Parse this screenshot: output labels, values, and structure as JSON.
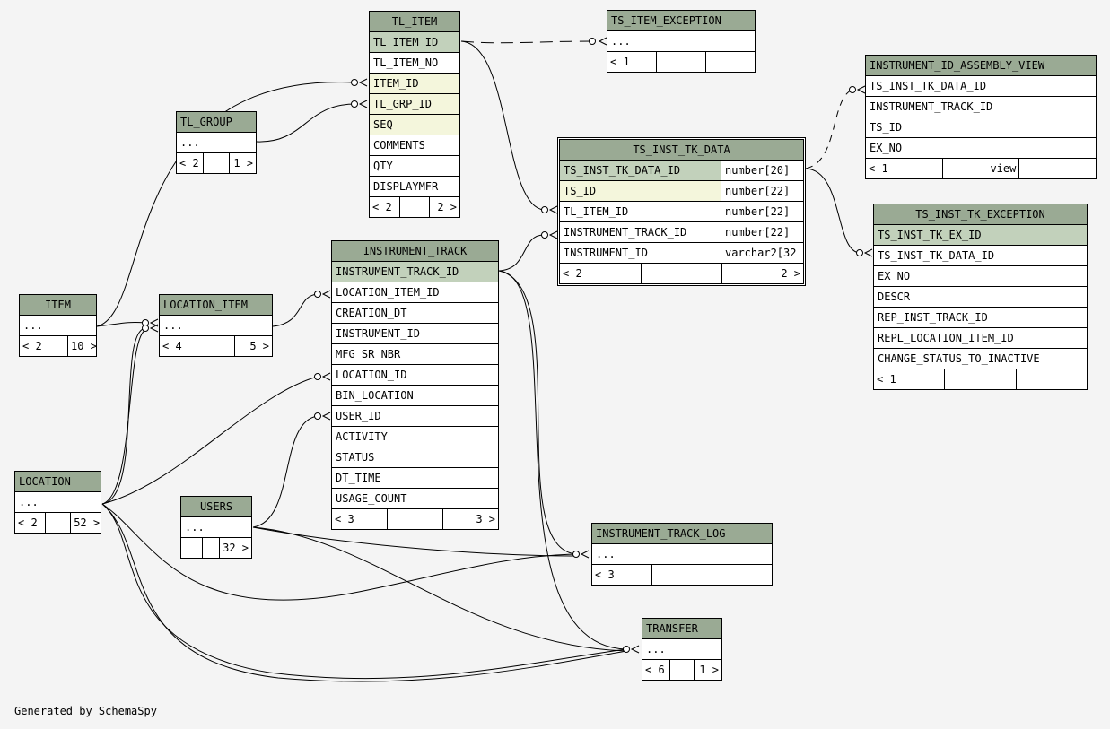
{
  "tables": {
    "tl_item": {
      "name": "TL_ITEM",
      "columns": [
        "TL_ITEM_ID",
        "TL_ITEM_NO",
        "ITEM_ID",
        "TL_GRP_ID",
        "SEQ",
        "COMMENTS",
        "QTY",
        "DISPLAYMFR"
      ],
      "footer": [
        "< 2",
        "",
        "2 >"
      ]
    },
    "ts_item_exception": {
      "name": "TS_ITEM_EXCEPTION",
      "columns": [
        "..."
      ],
      "footer": [
        "< 1",
        "",
        ""
      ]
    },
    "instrument_id_assembly_view": {
      "name": "INSTRUMENT_ID_ASSEMBLY_VIEW",
      "columns": [
        "TS_INST_TK_DATA_ID",
        "INSTRUMENT_TRACK_ID",
        "TS_ID",
        "EX_NO"
      ],
      "footer": [
        "< 1",
        "view",
        ""
      ]
    },
    "tl_group": {
      "name": "TL_GROUP",
      "columns": [
        "..."
      ],
      "footer": [
        "< 2",
        "",
        "1 >"
      ]
    },
    "ts_inst_tk_data": {
      "name": "TS_INST_TK_DATA",
      "columns": [
        {
          "name": "TS_INST_TK_DATA_ID",
          "type": "number[20]"
        },
        {
          "name": "TS_ID",
          "type": "number[22]"
        },
        {
          "name": "TL_ITEM_ID",
          "type": "number[22]"
        },
        {
          "name": "INSTRUMENT_TRACK_ID",
          "type": "number[22]"
        },
        {
          "name": "INSTRUMENT_ID",
          "type": "varchar2[32"
        }
      ],
      "footer": [
        "< 2",
        "",
        "2 >"
      ]
    },
    "ts_inst_tk_exception": {
      "name": "TS_INST_TK_EXCEPTION",
      "columns": [
        "TS_INST_TK_EX_ID",
        "TS_INST_TK_DATA_ID",
        "EX_NO",
        "DESCR",
        "REP_INST_TRACK_ID",
        "REPL_LOCATION_ITEM_ID",
        "CHANGE_STATUS_TO_INACTIVE"
      ],
      "footer": [
        "< 1",
        "",
        ""
      ]
    },
    "instrument_track": {
      "name": "INSTRUMENT_TRACK",
      "columns": [
        "INSTRUMENT_TRACK_ID",
        "LOCATION_ITEM_ID",
        "CREATION_DT",
        "INSTRUMENT_ID",
        "MFG_SR_NBR",
        "LOCATION_ID",
        "BIN_LOCATION",
        "USER_ID",
        "ACTIVITY",
        "STATUS",
        "DT_TIME",
        "USAGE_COUNT"
      ],
      "footer": [
        "< 3",
        "",
        "3 >"
      ]
    },
    "item": {
      "name": "ITEM",
      "columns": [
        "..."
      ],
      "footer": [
        "< 2",
        "",
        "10 >"
      ]
    },
    "location_item": {
      "name": "LOCATION_ITEM",
      "columns": [
        "..."
      ],
      "footer": [
        "< 4",
        "",
        "5 >"
      ]
    },
    "location": {
      "name": "LOCATION",
      "columns": [
        "..."
      ],
      "footer": [
        "< 2",
        "",
        "52 >"
      ]
    },
    "users": {
      "name": "USERS",
      "columns": [
        "..."
      ],
      "footer": [
        "",
        "",
        "32 >"
      ]
    },
    "instrument_track_log": {
      "name": "INSTRUMENT_TRACK_LOG",
      "columns": [
        "..."
      ],
      "footer": [
        "< 3",
        "",
        ""
      ]
    },
    "transfer": {
      "name": "TRANSFER",
      "columns": [
        "..."
      ],
      "footer": [
        "< 6",
        "",
        "1 >"
      ]
    }
  },
  "generated_by": "Generated by SchemaSpy"
}
